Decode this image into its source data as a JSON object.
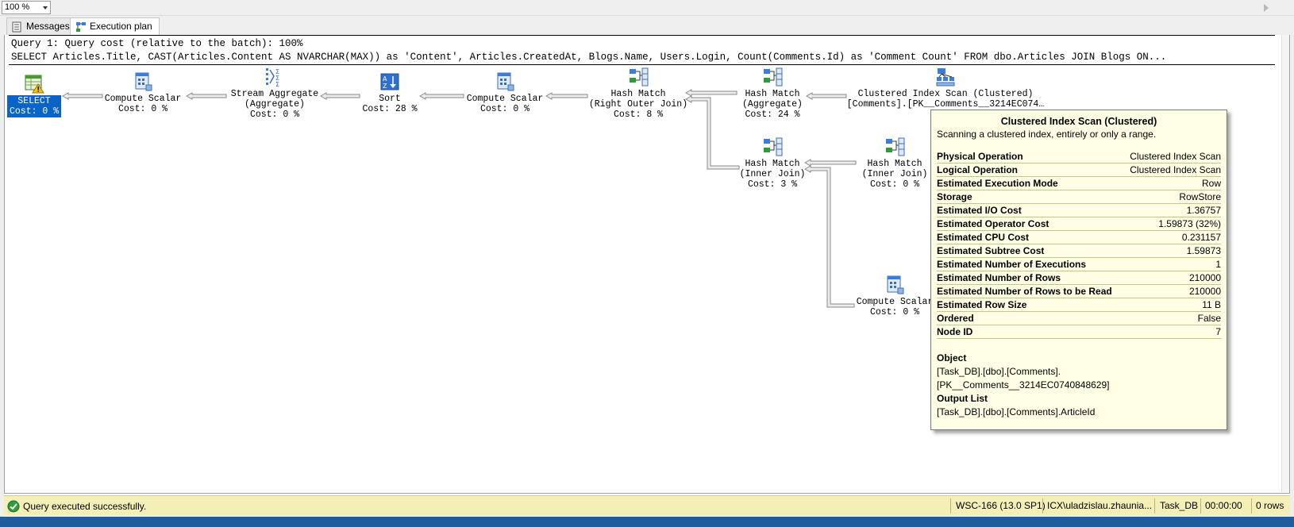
{
  "zoom": {
    "value": "100 %"
  },
  "tabs": [
    {
      "label": "Messages",
      "icon": "messages-icon"
    },
    {
      "label": "Execution plan",
      "icon": "execution-plan-icon",
      "active": true
    }
  ],
  "query": {
    "header": "Query 1: Query cost (relative to the batch): 100%",
    "sql": "SELECT Articles.Title, CAST(Articles.Content AS NVARCHAR(MAX)) as 'Content', Articles.CreatedAt, Blogs.Name, Users.Login, Count(Comments.Id) as 'Comment Count' FROM dbo.Articles JOIN Blogs ON..."
  },
  "nodes": {
    "select": {
      "line1": "SELECT",
      "line2": "Cost: 0 %",
      "icon": "select-warning-icon"
    },
    "compute_scalar_1": {
      "line1": "Compute Scalar",
      "line2": "Cost: 0 %",
      "icon": "compute-scalar-icon"
    },
    "stream_aggregate": {
      "line1": "Stream Aggregate",
      "line2": "(Aggregate)",
      "line3": "Cost: 0 %",
      "icon": "stream-aggregate-icon"
    },
    "sort": {
      "line1": "Sort",
      "line2": "Cost: 28 %",
      "icon": "sort-icon"
    },
    "compute_scalar_2": {
      "line1": "Compute Scalar",
      "line2": "Cost: 0 %",
      "icon": "compute-scalar-icon"
    },
    "hash_match_right_outer": {
      "line1": "Hash Match",
      "line2": "(Right Outer Join)",
      "line3": "Cost: 8 %",
      "icon": "hash-match-icon"
    },
    "hash_match_aggregate": {
      "line1": "Hash Match",
      "line2": "(Aggregate)",
      "line3": "Cost: 24 %",
      "icon": "hash-match-icon"
    },
    "clustered_index_scan": {
      "line1": "Clustered Index Scan (Clustered)",
      "line2": "[Comments].[PK__Comments__3214EC074…",
      "line3": "Cos",
      "icon": "clustered-index-scan-icon"
    },
    "hash_match_inner_1": {
      "line1": "Hash Match",
      "line2": "(Inner Join)",
      "line3": "Cost: 3 %",
      "icon": "hash-match-icon"
    },
    "hash_match_inner_2": {
      "line1": "Hash Match",
      "line2": "(Inner Join)",
      "line3": "Cost: 0 %",
      "icon": "hash-match-icon"
    },
    "compute_scalar_3": {
      "line1": "Compute Scalar",
      "line2": "Cost: 0 %",
      "icon": "compute-scalar-icon"
    }
  },
  "tooltip": {
    "title": "Clustered Index Scan (Clustered)",
    "description": "Scanning a clustered index, entirely or only a range.",
    "rows": [
      {
        "key": "Physical Operation",
        "value": "Clustered Index Scan"
      },
      {
        "key": "Logical Operation",
        "value": "Clustered Index Scan"
      },
      {
        "key": "Estimated Execution Mode",
        "value": "Row"
      },
      {
        "key": "Storage",
        "value": "RowStore"
      },
      {
        "key": "Estimated I/O Cost",
        "value": "1.36757"
      },
      {
        "key": "Estimated Operator Cost",
        "value": "1.59873 (32%)"
      },
      {
        "key": "Estimated CPU Cost",
        "value": "0.231157"
      },
      {
        "key": "Estimated Subtree Cost",
        "value": "1.59873"
      },
      {
        "key": "Estimated Number of Executions",
        "value": "1"
      },
      {
        "key": "Estimated Number of Rows",
        "value": "210000"
      },
      {
        "key": "Estimated Number of Rows to be Read",
        "value": "210000"
      },
      {
        "key": "Estimated Row Size",
        "value": "11 B"
      },
      {
        "key": "Ordered",
        "value": "False"
      },
      {
        "key": "Node ID",
        "value": "7"
      }
    ],
    "object_title": "Object",
    "object_line1": "[Task_DB].[dbo].[Comments].",
    "object_line2": "[PK__Comments__3214EC0740848629]",
    "output_title": "Output List",
    "output_line1": "[Task_DB].[dbo].[Comments].ArticleId"
  },
  "status": {
    "message": "Query executed successfully.",
    "server": "WSC-166 (13.0 SP1)",
    "user": "ICX\\uladzislau.zhaunia...",
    "database": "Task_DB",
    "elapsed": "00:00:00",
    "rows": "0 rows"
  },
  "colors": {
    "selection": "#0a64c8",
    "tooltip_bg": "#ffffe6",
    "status_bg": "#f4efb7",
    "bottom_band": "#1f5c9e",
    "icon_blue": "#3b7dd8"
  }
}
